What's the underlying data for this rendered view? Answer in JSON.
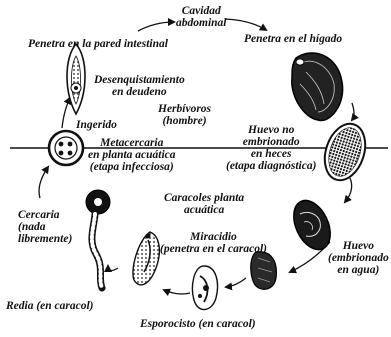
{
  "diagram": {
    "labels": {
      "cavidad": [
        "Cavidad",
        "abdominal"
      ],
      "pared": [
        "Penetra en la pared intestinal"
      ],
      "higado": [
        "Penetra en el hígado"
      ],
      "desenquistamiento": [
        "Desenquistamiento",
        "en deudeno"
      ],
      "herbivoros": [
        "Herbívoros",
        "(hombre)"
      ],
      "ingerido": [
        "Ingerido"
      ],
      "metacercaria": [
        "Metacercaria",
        "en planta acuática",
        "(etapa infecciosa)"
      ],
      "huevo_no": [
        "Huevo no",
        "embrionado",
        "en heces",
        "(etapa diagnóstica)"
      ],
      "caracoles": [
        "Caracoles planta",
        "acuática"
      ],
      "cercaria": [
        "Cercaria",
        "(nada",
        "libremente)"
      ],
      "miracidio": [
        "Miracidio",
        "(penetra en el caracol)"
      ],
      "huevo_emb": [
        "Huevo",
        "(embrionado",
        "en agua)"
      ],
      "redia": [
        "Redia (en caracol)"
      ],
      "esporocisto": [
        "Esporocisto (en caracol)"
      ]
    }
  }
}
